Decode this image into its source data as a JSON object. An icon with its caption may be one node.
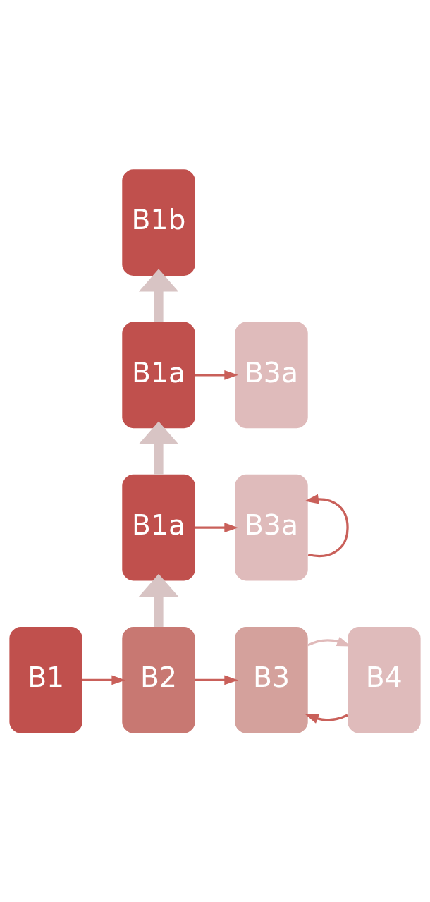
{
  "diagram": {
    "nodes": [
      {
        "text": [
          "B1b"
        ]
      },
      {
        "text": [
          "B1a"
        ]
      },
      {
        "text": [
          "B3a"
        ]
      },
      {
        "text": [
          "B1a"
        ]
      },
      {
        "text": [
          "B3a"
        ]
      },
      {
        "text": [
          "B1"
        ]
      },
      {
        "text": [
          "B2"
        ]
      },
      {
        "text": [
          "B3"
        ]
      },
      {
        "text": [
          "B4"
        ]
      }
    ],
    "edges": [
      {
        "from": 5,
        "to": 6,
        "arrow": "to"
      },
      {
        "from": 6,
        "to": 7,
        "arrow": "to"
      },
      {
        "from": 7,
        "to": 8,
        "arrow": "to",
        "color": "#e0baba"
      },
      {
        "from": 8,
        "to": 7,
        "arrow": "to"
      },
      {
        "from": 6,
        "to": 3,
        "arrow": "to",
        "style": "thick",
        "color": "#d8c4c4"
      },
      {
        "from": 3,
        "to": 4,
        "arrow": "to"
      },
      {
        "from": 4,
        "to": 4,
        "arrow": "to"
      },
      {
        "from": 3,
        "to": 1,
        "arrow": "to",
        "style": "thick",
        "color": "#d8c4c4"
      },
      {
        "from": 1,
        "to": 2,
        "arrow": "to"
      },
      {
        "from": 1,
        "to": 0,
        "arrow": "to",
        "style": "thick",
        "color": "#d8c4c4"
      }
    ]
  }
}
